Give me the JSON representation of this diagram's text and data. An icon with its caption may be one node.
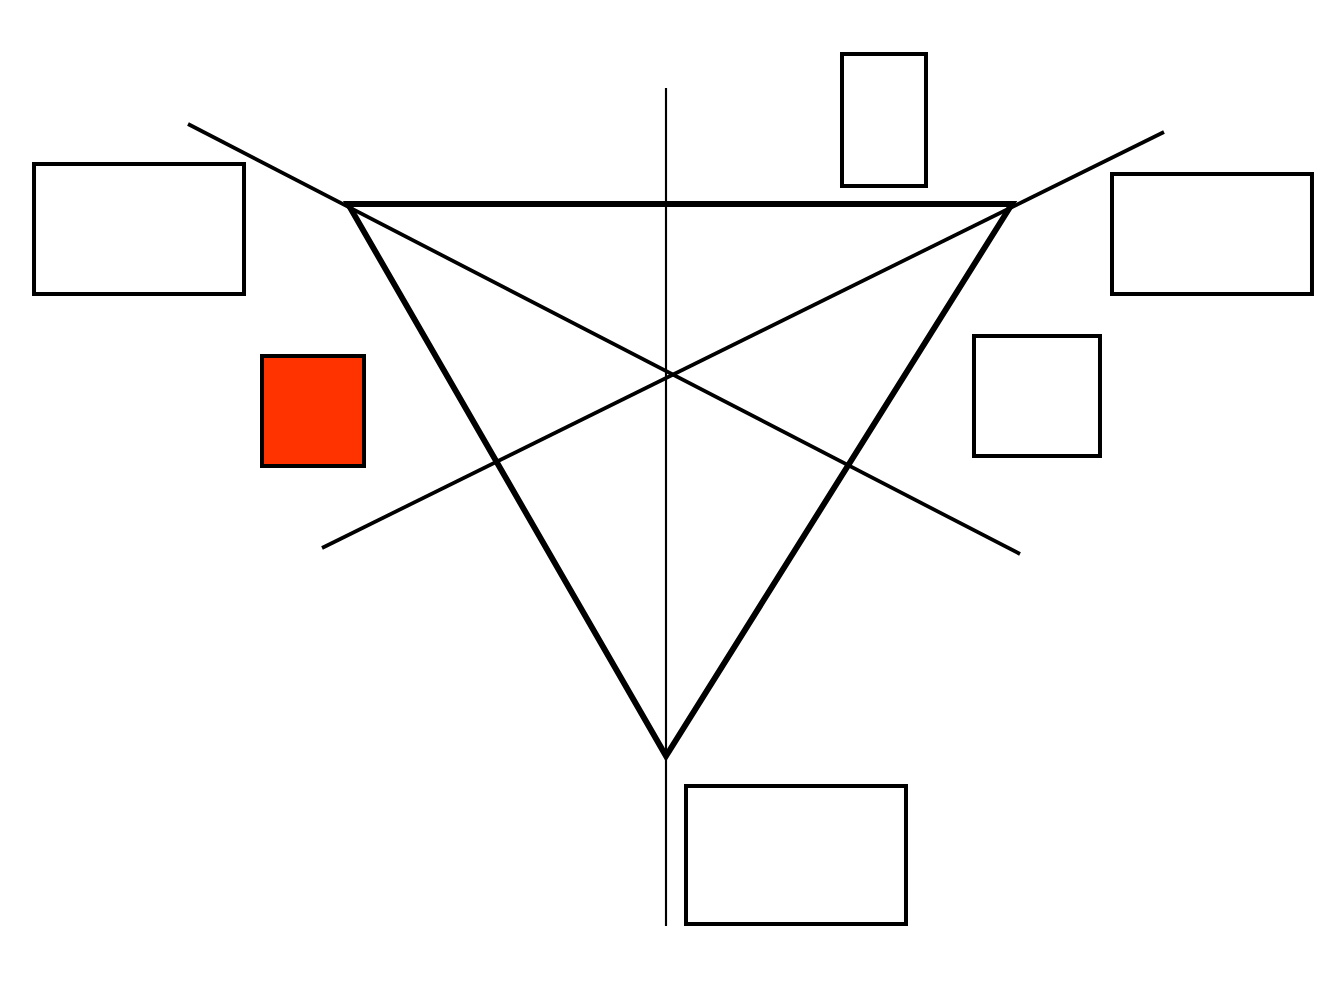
{
  "diagram": {
    "nodes": [
      {
        "text": [],
        "shape": "box"
      },
      {
        "text": [],
        "shape": "box"
      },
      {
        "text": [],
        "shape": "box"
      },
      {
        "text": [],
        "shape": "triangle"
      },
      {
        "text": [],
        "shape": "box"
      },
      {
        "text": [],
        "shape": "box"
      },
      {
        "text": [],
        "shape": "box"
      }
    ]
  }
}
